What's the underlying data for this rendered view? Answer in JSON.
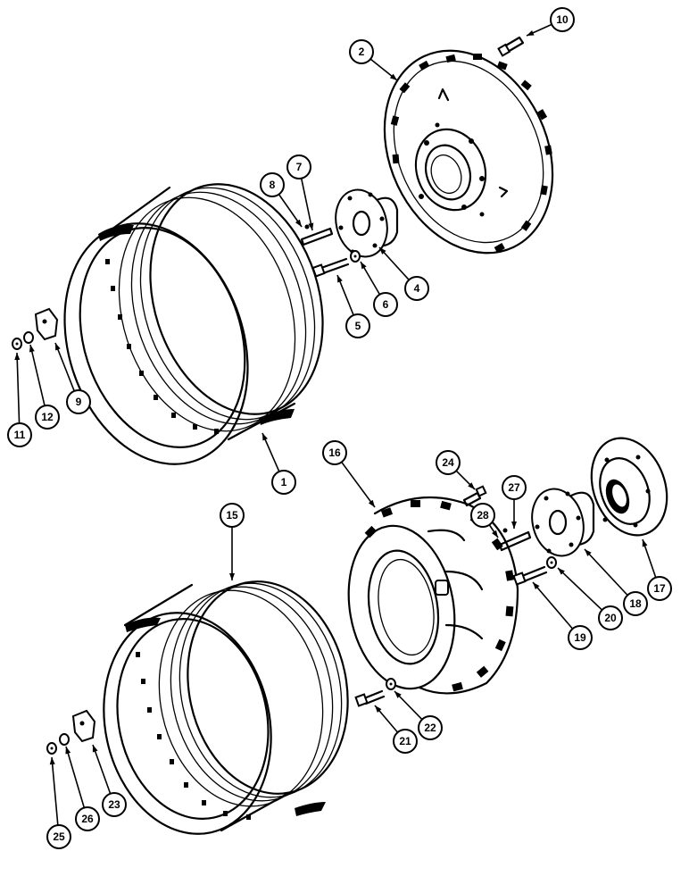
{
  "diagram": {
    "callouts": [
      {
        "id": "1",
        "label": "1"
      },
      {
        "id": "2",
        "label": "2"
      },
      {
        "id": "4",
        "label": "4"
      },
      {
        "id": "5",
        "label": "5"
      },
      {
        "id": "6",
        "label": "6"
      },
      {
        "id": "7",
        "label": "7"
      },
      {
        "id": "8",
        "label": "8"
      },
      {
        "id": "9",
        "label": "9"
      },
      {
        "id": "10",
        "label": "10"
      },
      {
        "id": "11",
        "label": "11"
      },
      {
        "id": "12",
        "label": "12"
      },
      {
        "id": "15",
        "label": "15"
      },
      {
        "id": "16",
        "label": "16"
      },
      {
        "id": "17",
        "label": "17"
      },
      {
        "id": "18",
        "label": "18"
      },
      {
        "id": "19",
        "label": "19"
      },
      {
        "id": "20",
        "label": "20"
      },
      {
        "id": "21",
        "label": "21"
      },
      {
        "id": "22",
        "label": "22"
      },
      {
        "id": "23",
        "label": "23"
      },
      {
        "id": "24",
        "label": "24"
      },
      {
        "id": "25",
        "label": "25"
      },
      {
        "id": "26",
        "label": "26"
      },
      {
        "id": "27",
        "label": "27"
      },
      {
        "id": "28",
        "label": "28"
      }
    ]
  }
}
